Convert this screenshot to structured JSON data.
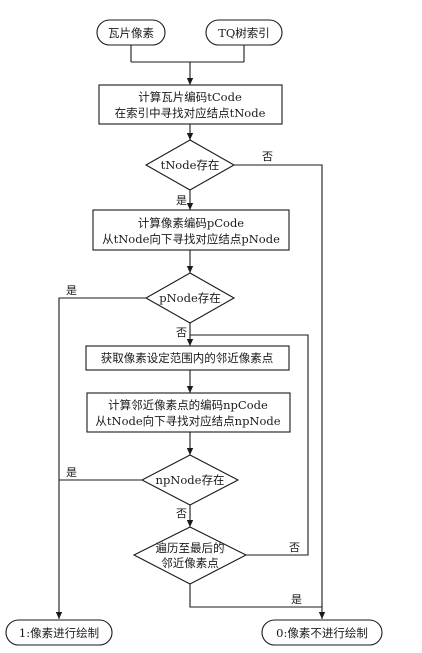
{
  "terminals": {
    "tile_pixel": "瓦片像素",
    "tq_tree_index": "TQ树索引",
    "draw": "1:像素进行绘制",
    "no_draw": "0:像素不进行绘制"
  },
  "processes": {
    "tile_code_line1": "计算瓦片编码tCode",
    "tile_code_line2": "在索引中寻找对应结点tNode",
    "pixel_code_line1": "计算像素编码pCode",
    "pixel_code_line2": "从tNode向下寻找对应结点pNode",
    "get_neighbors": "获取像素设定范围内的邻近像素点",
    "neighbor_code_line1": "计算邻近像素点的编码npCode",
    "neighbor_code_line2": "从tNode向下寻找对应结点npNode"
  },
  "decisions": {
    "tnode_exists": "tNode存在",
    "pnode_exists": "pNode存在",
    "npnode_exists": "npNode存在",
    "last_neighbor_line1": "遍历至最后的",
    "last_neighbor_line2": "邻近像素点"
  },
  "branch_labels": {
    "yes": "是",
    "no": "否"
  }
}
